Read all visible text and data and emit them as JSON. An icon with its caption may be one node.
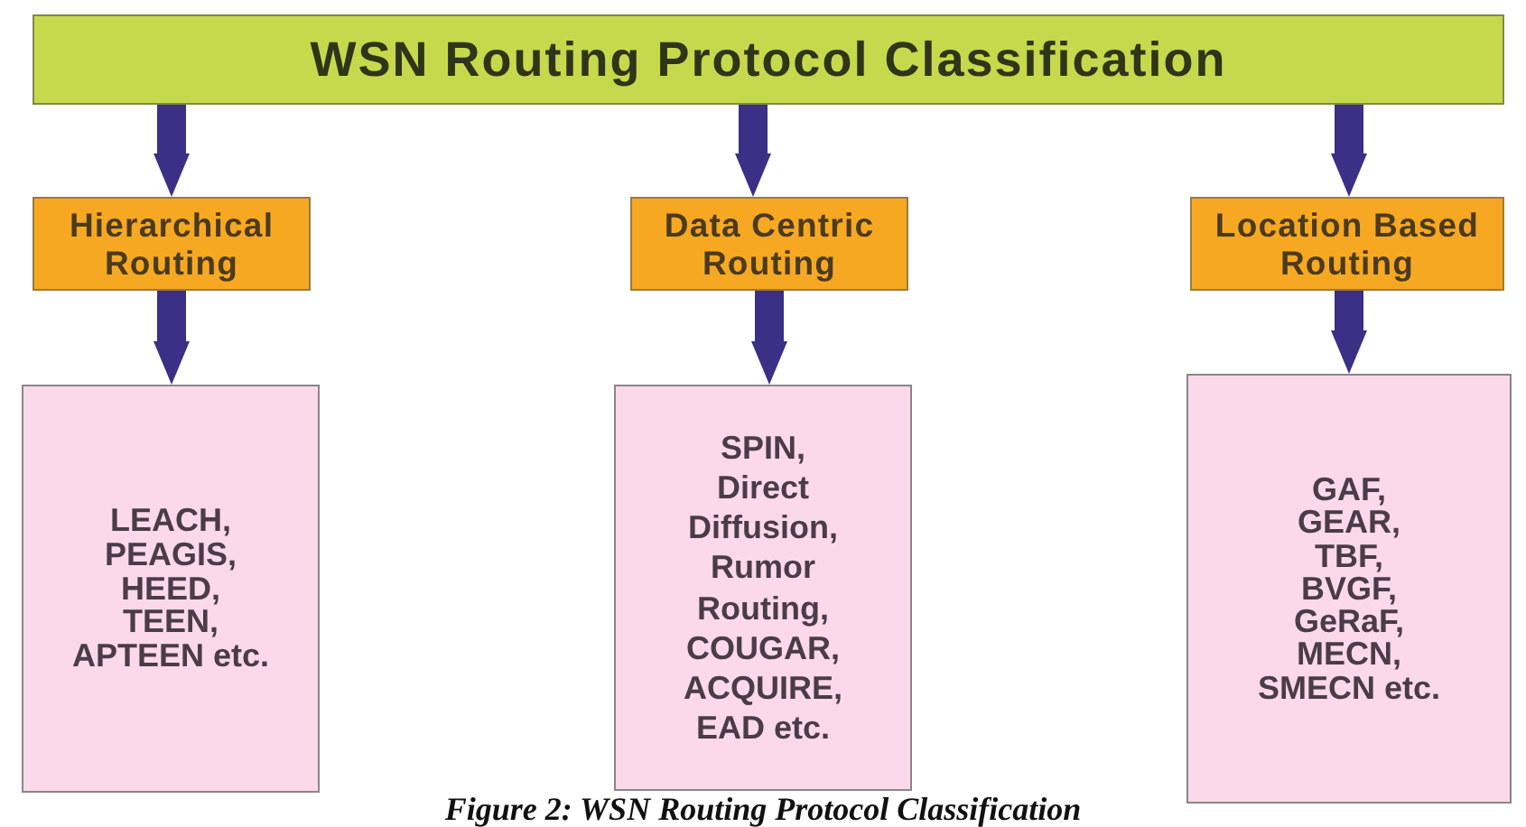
{
  "diagram": {
    "nodes": [
      {
        "text": [
          "WSN Routing Protocol Classification"
        ]
      },
      {
        "text": [
          "Hierarchical Routing"
        ]
      },
      {
        "text": [
          "Data Centric Routing"
        ]
      },
      {
        "text": [
          "Location Based Routing"
        ]
      },
      {
        "text": [
          "LEACH, PEAGIS, HEED, TEEN, APTEEN etc."
        ]
      },
      {
        "text": [
          "SPIN, Direct Diffusion, Rumor Routing, COUGAR, ACQUIRE, EAD etc."
        ]
      },
      {
        "text": [
          "GAF, GEAR, TBF, BVGF, GeRaF, MECN, SMECN etc."
        ]
      }
    ],
    "edges": [
      {
        "from": 0,
        "to": 1,
        "arrow": "to"
      },
      {
        "from": 0,
        "to": 2,
        "arrow": "to"
      },
      {
        "from": 0,
        "to": 3,
        "arrow": "to"
      },
      {
        "from": 1,
        "to": 4,
        "arrow": "to"
      },
      {
        "from": 2,
        "to": 5,
        "arrow": "to"
      },
      {
        "from": 3,
        "to": 6,
        "arrow": "to"
      }
    ],
    "caption": "Figure 2: WSN Routing Protocol Classification"
  }
}
